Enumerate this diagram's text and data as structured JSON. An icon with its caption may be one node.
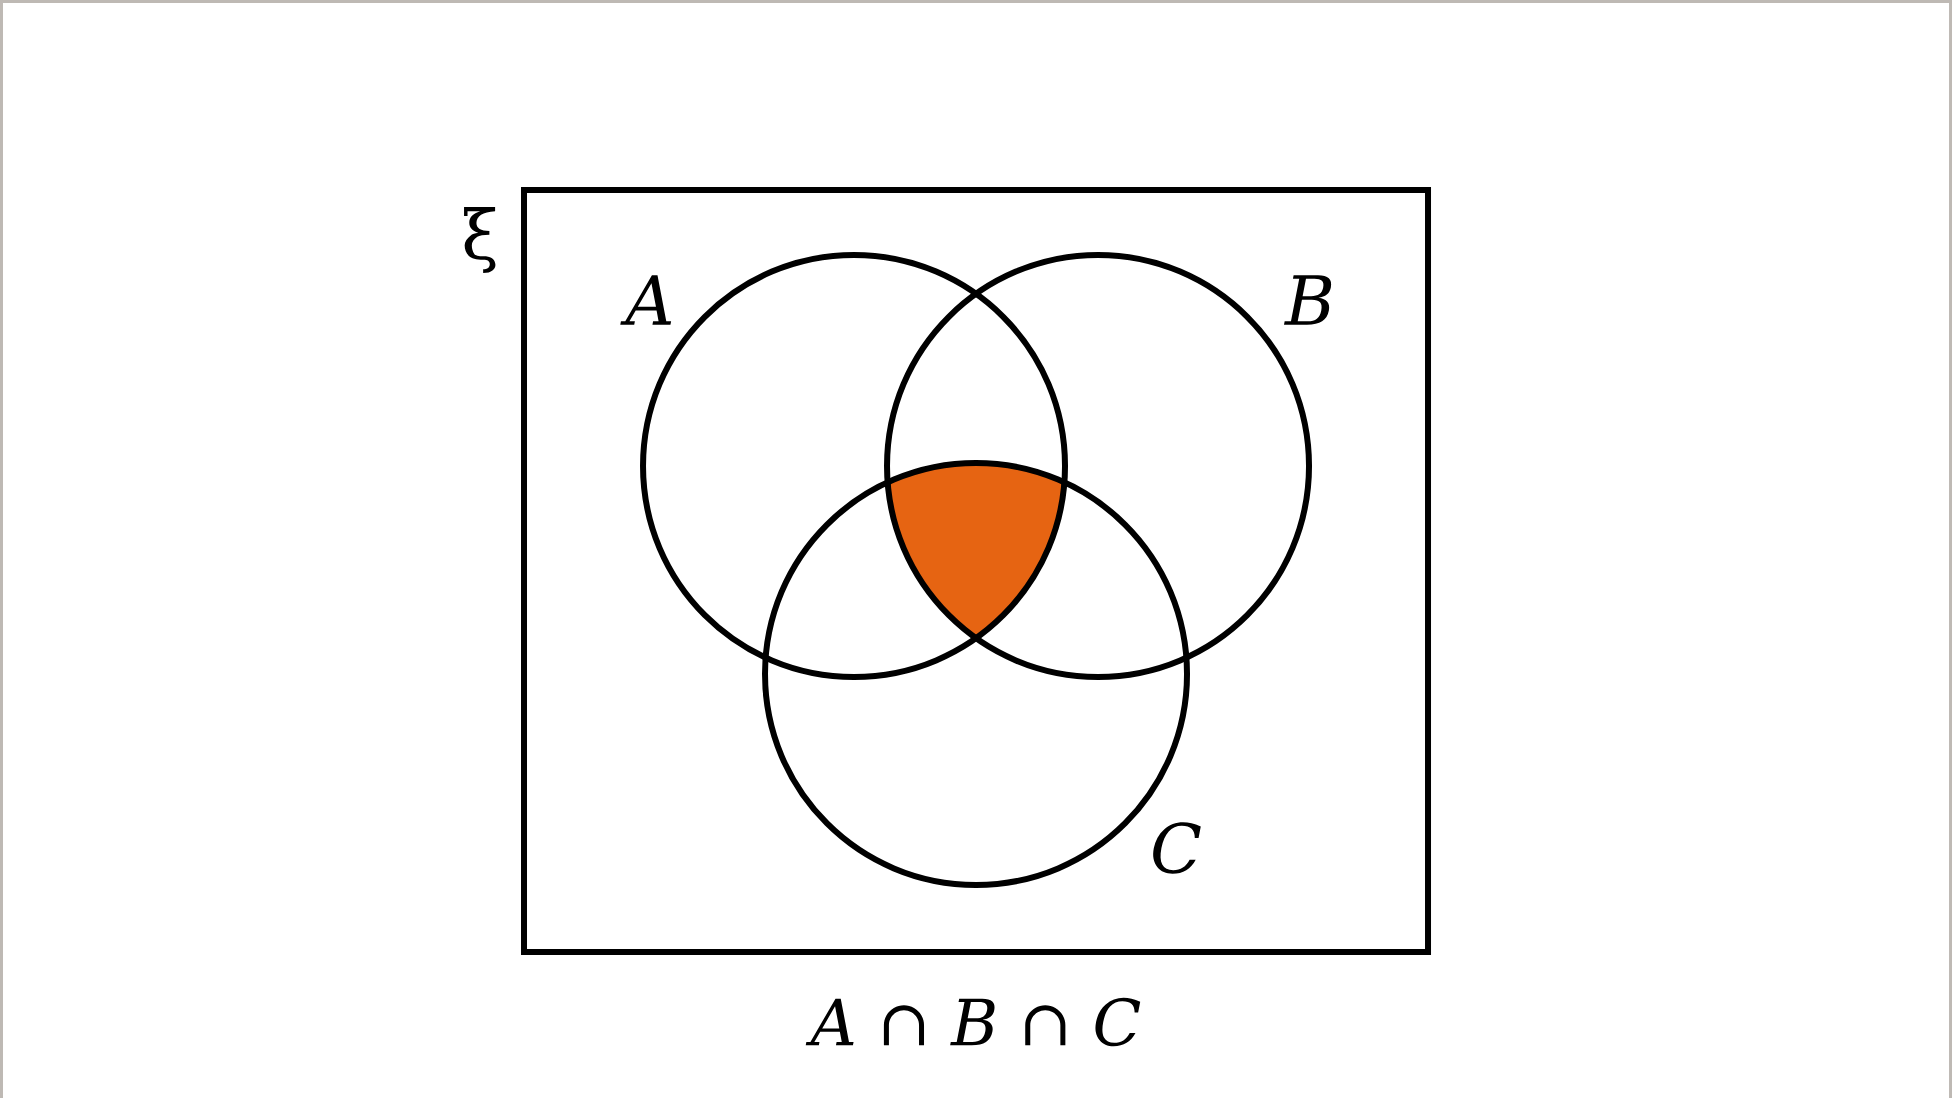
{
  "diagram": {
    "caption": "*A* ∩ *B* ∩ *C*",
    "nodes": [
      {
        "text": [
          "ξ"
        ]
      },
      {
        "text": [
          "A"
        ],
        "in": 0
      },
      {
        "text": [
          "B"
        ],
        "in": 0
      },
      {
        "text": [
          "C"
        ],
        "in": 0
      },
      {
        "text": [],
        "shape": "triangle"
      }
    ]
  }
}
